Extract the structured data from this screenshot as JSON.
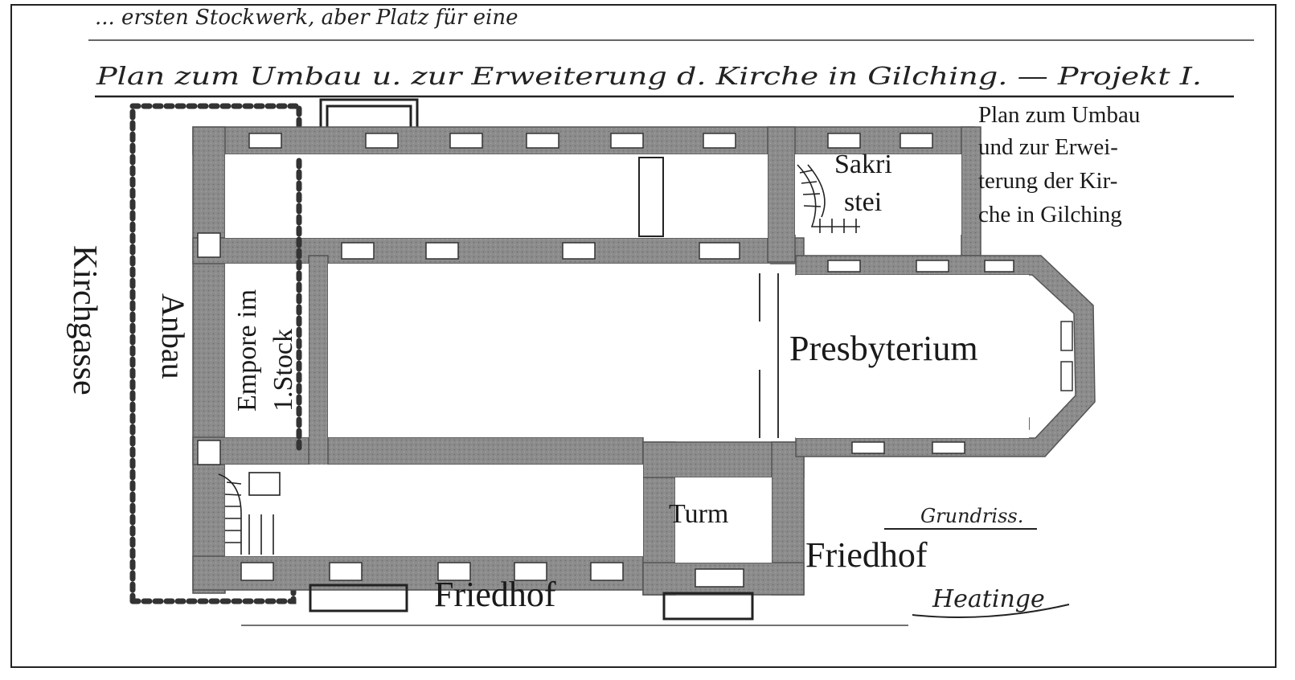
{
  "handwritten_title": "Plan zum Umbau u. zur Erweiterung d. Kirche in Gilching. — Projekt I.",
  "handwritten_top_fragment": "... ersten Stockwerk, aber Platz für eine",
  "caption": {
    "line1": "Plan zum Umbau",
    "line2": "und zur Erwei-",
    "line3": "terung der Kir-",
    "line4": "che in Gilching"
  },
  "rooms": {
    "sakristei_1": "Sakri",
    "sakristei_2": "stei",
    "presbyterium": "Presbyterium",
    "turm": "Turm",
    "empore_1": "Empore im",
    "empore_2": "1.Stock",
    "anbau": "Anbau"
  },
  "streets": {
    "kirchgasse": "Kirchgasse",
    "friedhof_bottom": "Friedhof",
    "friedhof_right": "Friedhof"
  },
  "grundriss_label": "Grundriss.",
  "signature": "Heatinge",
  "colors": {
    "wall": "#8c8c8c",
    "ink": "#1a1a1a",
    "paper": "#ffffff"
  }
}
